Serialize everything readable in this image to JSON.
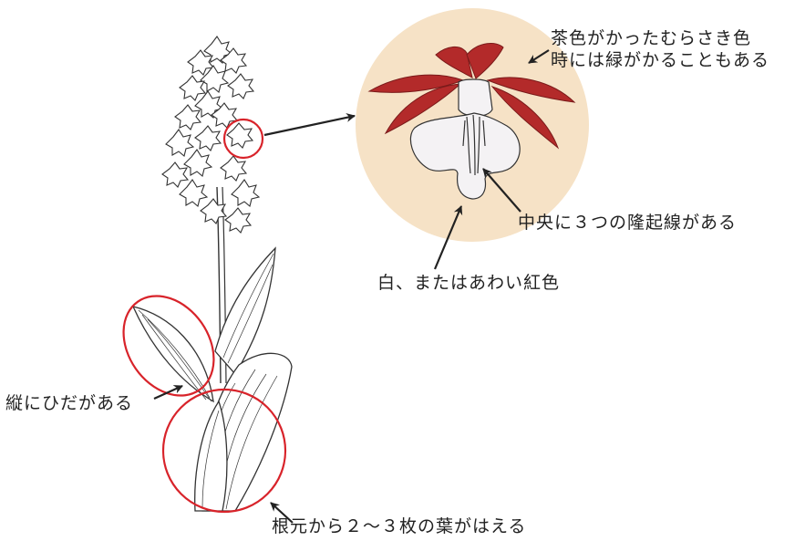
{
  "colors": {
    "background": "#ffffff",
    "highlight_circle": "#d8232a",
    "inset_disc": "#f6e2c6",
    "sepal": "#b32a2a",
    "lip": "#f4f2f4",
    "drawing_stroke": "#333333"
  },
  "labels": {
    "sepal_color_line1": "茶色がかったむらさき色",
    "sepal_color_line2": "時には緑がかることもある",
    "ridges": "中央に３つの隆起線がある",
    "lip_color": "白、またはあわい紅色",
    "leaf_veins": "縦にひだがある",
    "base_leaves": "根元から２～３枚の葉がはえる"
  },
  "icons": [
    "flower-spike-icon",
    "orchid-flower-closeup-icon",
    "leaf-icon"
  ]
}
